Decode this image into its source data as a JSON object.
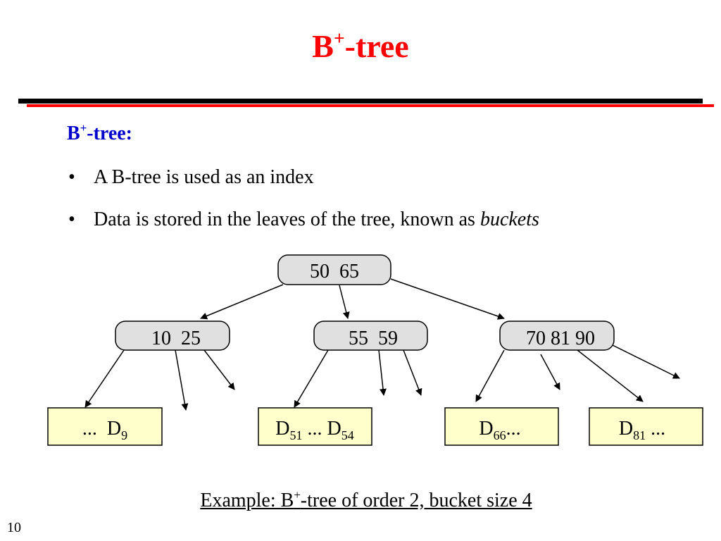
{
  "slide": {
    "title_main": "B",
    "title_sup": "+",
    "title_rest": "-tree",
    "subhead_main": "B",
    "subhead_sup": "+",
    "subhead_rest": "-tree:",
    "bullet_glyph": "•",
    "bullet1": "A B-tree is used as an index",
    "bullet2_text": "Data is stored in the leaves of the tree, known as ",
    "bullet2_emph": "buckets",
    "caption_pre": "Example: B",
    "caption_sup": "+",
    "caption_post": "-tree of order 2, bucket size 4",
    "page_number": "10"
  },
  "tree": {
    "root": "50  65",
    "internal": [
      "10  25",
      "55  59",
      "70 81 90"
    ],
    "buckets": [
      {
        "main": "...  D",
        "sub": "9",
        "tail": ""
      },
      {
        "main": "D",
        "sub": "51",
        "mid": " ... D",
        "sub2": "54",
        "tail": ""
      },
      {
        "main": "D",
        "sub": "66",
        "tail": "..."
      },
      {
        "main": "D",
        "sub": "81",
        "tail": " ..."
      }
    ]
  },
  "colors": {
    "title": "#ff0000",
    "subhead": "#0000cc",
    "node_fill": "#e0e0e0",
    "bucket_fill": "#ffffcc"
  }
}
